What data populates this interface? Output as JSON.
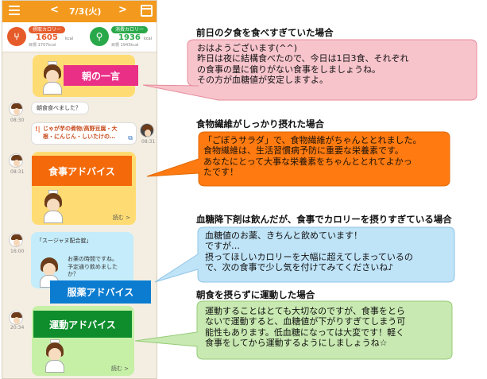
{
  "app": {
    "date": "7/3(火)",
    "prev_label": "<",
    "next_label": ">",
    "intake": {
      "icon": "fork-knife-icon",
      "label": "摂取カロリー",
      "value": "1605",
      "unit": "kcal",
      "target": "目標 1707kcal"
    },
    "burn": {
      "icon": "running-icon",
      "label": "消費カロリー",
      "value": "1936",
      "unit": "kcal",
      "target": "目標 1943kcal"
    },
    "chat": {
      "t1": "08:30",
      "question": "朝食食べました？",
      "meal_line1": "じゃが芋の煮物/高野豆腐・大",
      "meal_line2": "根・にんじん・しいたけの…",
      "t2": "08:31",
      "t3": "08:31",
      "read_more": "読む >",
      "med_title": "「スージャヌ配合錠」",
      "med_line1": "お薬の時間ですね。",
      "med_line2": "予定通り飲めました",
      "med_line3": "か？",
      "t4": "16:00",
      "t5": "20:34"
    }
  },
  "labels": {
    "morning": "朝の一言",
    "meal": "食事アドバイス",
    "medicine": "服薬アドバイス",
    "exercise": "運動アドバイス"
  },
  "colors": {
    "morning": "#ea2f86",
    "meal": "#f46a0a",
    "medicine": "#0c7cd0",
    "exercise": "#0f8d2c",
    "pink_bg": "#f7c4cc",
    "orange_bg": "#ff7a10",
    "blue_bg": "#bfe3f7",
    "green_bg": "#c8e9b1"
  },
  "sections": [
    {
      "heading": "前日の夕食を食べすぎていた場合",
      "lines": [
        "おはようございます(^^)",
        "昨日は夜に結構食べたので、今日は1日3食、それぞれ",
        "の食事の量に偏りがない食事をしましょうね。",
        "その方が血糖値が安定しますよ。"
      ]
    },
    {
      "heading": "食物繊維がしっかり摂れた場合",
      "lines": [
        "「ごぼうサラダ」で、食物繊維がちゃんととれました。",
        "食物繊維は、生活習慣病予防に重要な栄養素です。",
        "あなたにとって大事な栄養素をちゃんととれてよかっ",
        "たです！"
      ]
    },
    {
      "heading": "血糖降下剤は飲んだが、食事でカロリーを摂りすぎている場合",
      "lines": [
        "血糖値のお薬、きちんと飲めています！",
        "ですが…",
        "摂ってほしいカロリーを大幅に超えてしまっているの",
        "で、次の食事で少し気を付けてみてくださいね♪"
      ]
    },
    {
      "heading": "朝食を摂らずに運動した場合",
      "lines": [
        "運動することはとても大切なのですが、食事をとら",
        "ないで運動すると、血糖値が下がりすぎてしまう可",
        "能性もあります。低血糖になっては大変です！軽く",
        "食事をしてから運動するようにしましょうね☆"
      ]
    }
  ]
}
